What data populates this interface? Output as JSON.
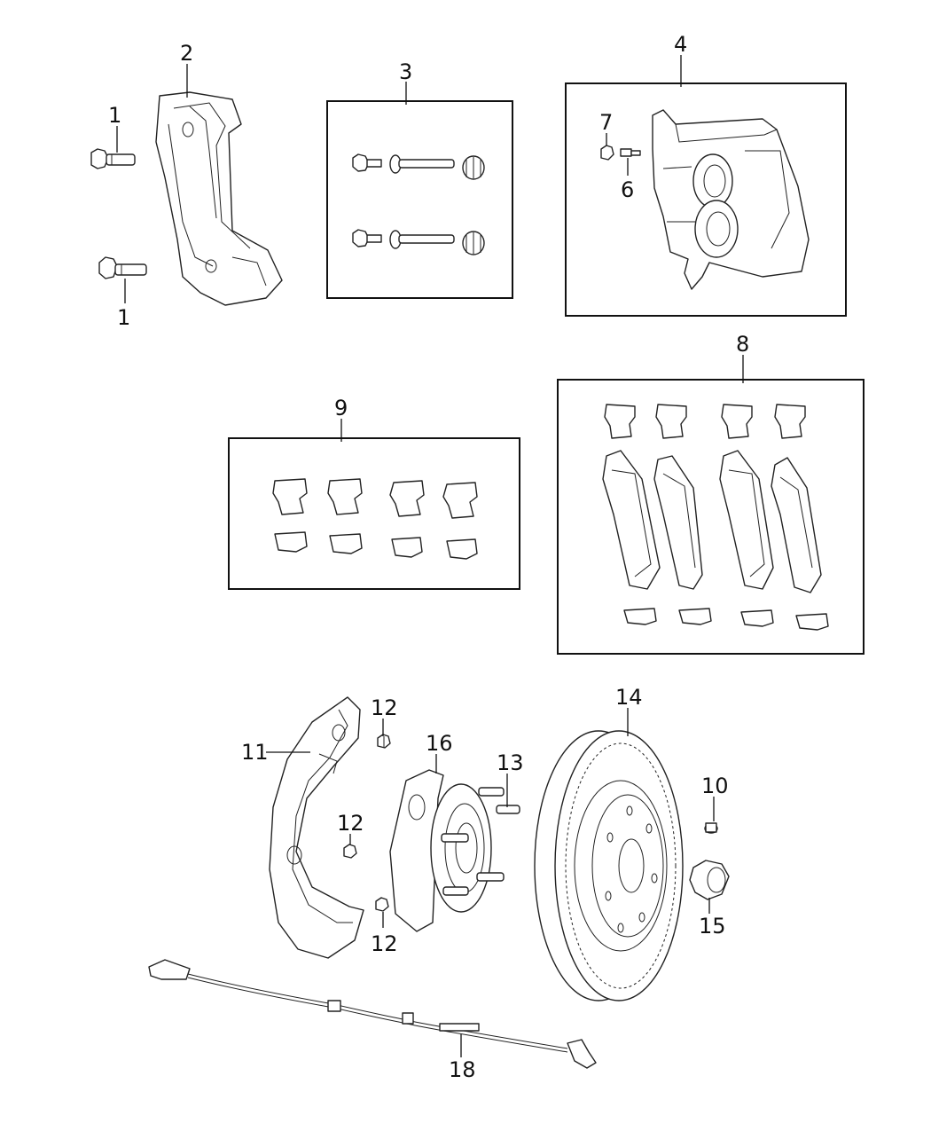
{
  "callouts": {
    "c1a": "1",
    "c1b": "1",
    "c2": "2",
    "c3": "3",
    "c4": "4",
    "c6": "6",
    "c7": "7",
    "c8": "8",
    "c9": "9",
    "c10": "10",
    "c11": "11",
    "c12a": "12",
    "c12b": "12",
    "c12c": "12",
    "c13": "13",
    "c14": "14",
    "c15": "15",
    "c16": "16",
    "c18": "18"
  }
}
